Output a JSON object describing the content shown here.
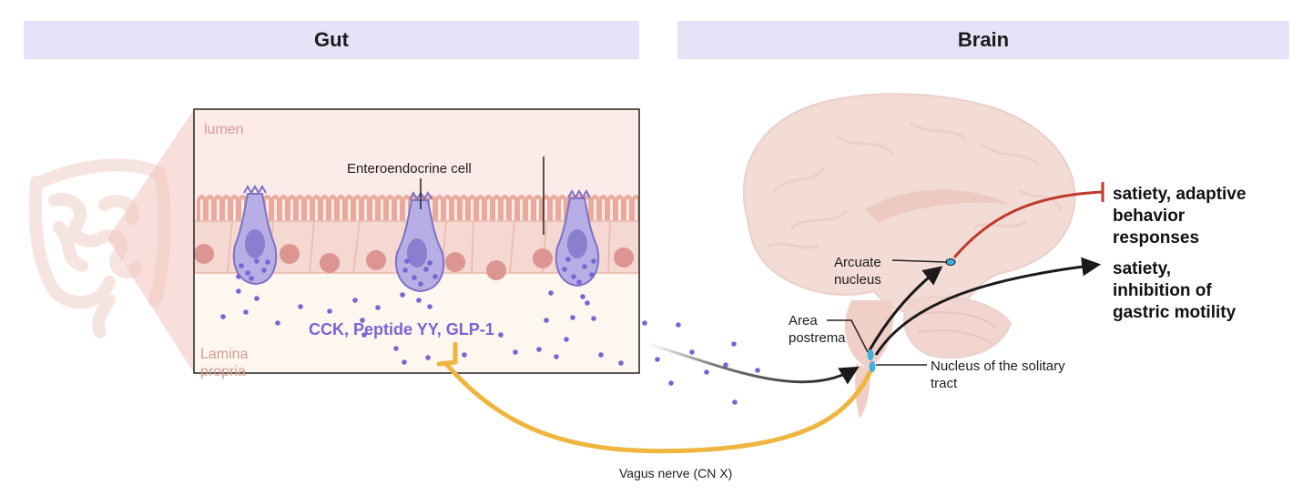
{
  "headers": {
    "gut": "Gut",
    "brain": "Brain"
  },
  "gut_panel": {
    "lumen": "lumen",
    "lamina_propria": "Lamina\npropria",
    "cell_label": "Enteroendocrine cell",
    "hormones": "CCK, Peptide YY, GLP-1"
  },
  "brain_labels": {
    "arcuate": "Arcuate\nnucleus",
    "area_postrema": "Area\npostrema",
    "nts": "Nucleus of the solitary\ntract"
  },
  "nerve": {
    "label": "Vagus nerve (CN X)"
  },
  "outcomes": {
    "inhibited": "satiety, adaptive\nbehavior\nresponses",
    "promoted": "satiety,\ninhibition of\ngastric motility"
  },
  "colors": {
    "header_bg": "#e6e3f8",
    "hormone": "#7b63d3",
    "vagus": "#efb63f",
    "inhibit": "#c0392b",
    "arrow": "#1a1a1a",
    "nucleus_marker": "#3fb0e0"
  }
}
